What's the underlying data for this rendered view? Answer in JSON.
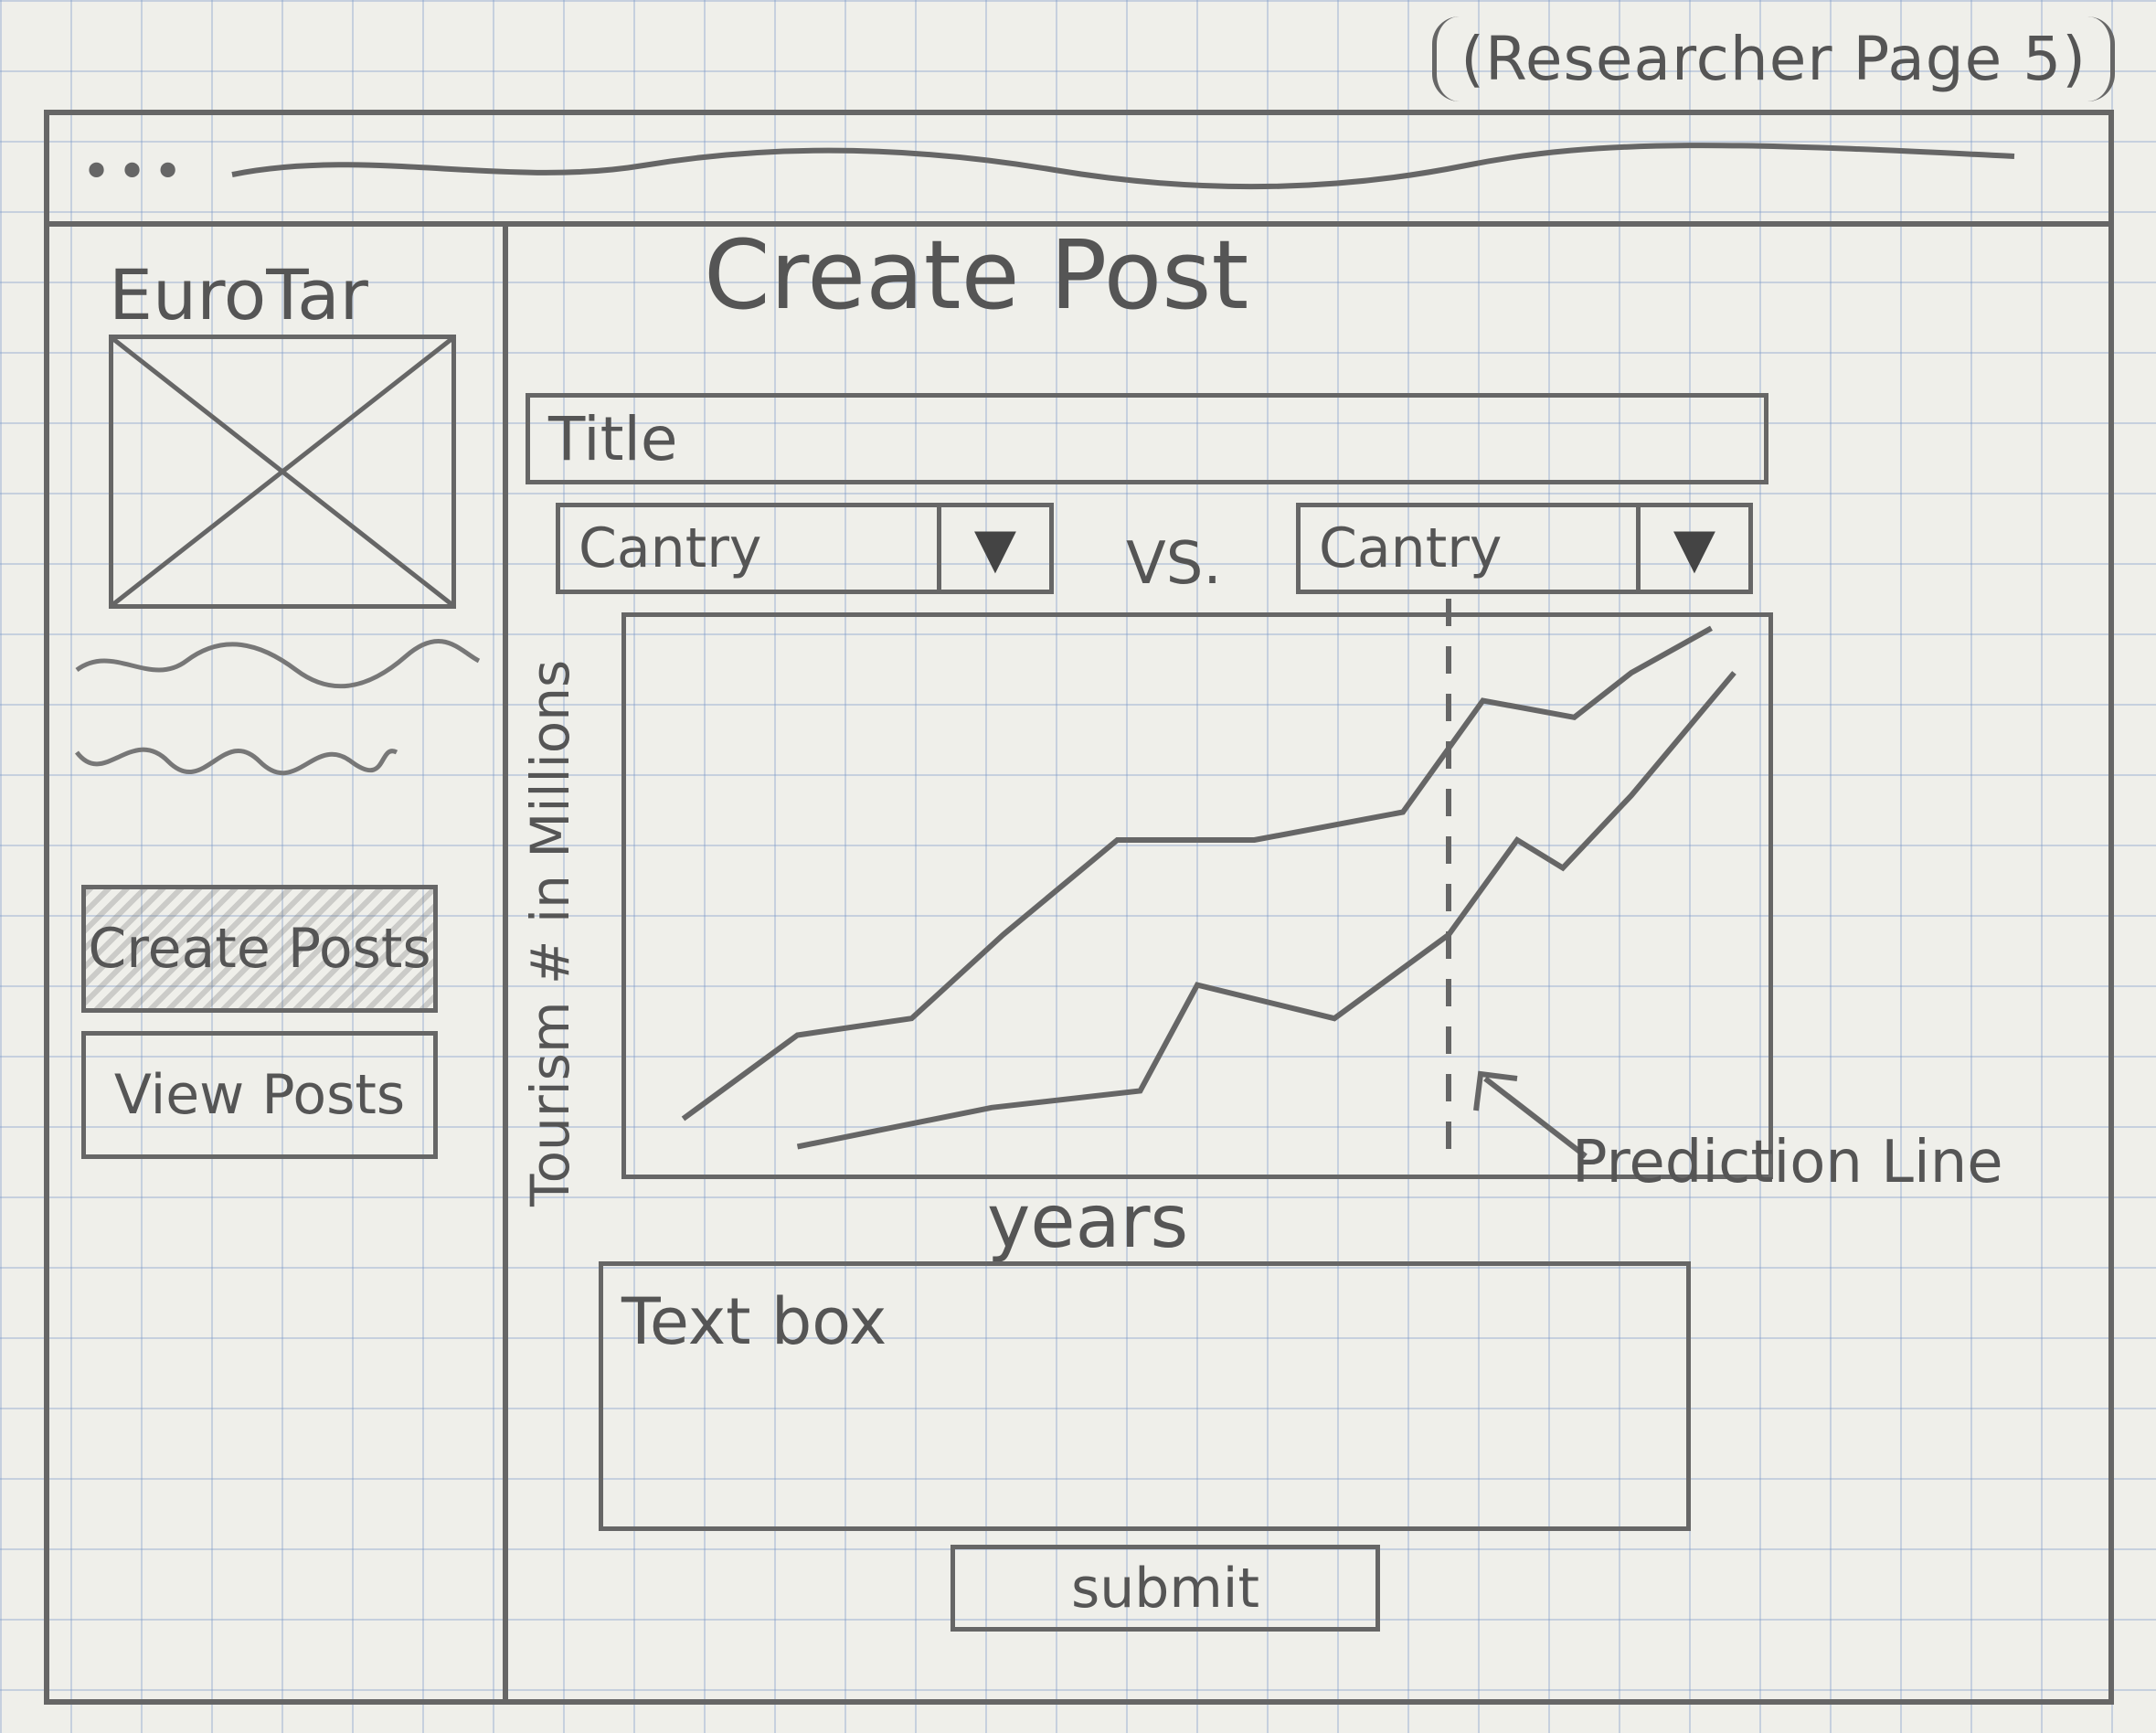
{
  "page_label": "(Researcher Page 5)",
  "browser": {
    "window_dots": "•••"
  },
  "sidebar": {
    "brand": "EuroTar",
    "nav": [
      {
        "label": "Create Posts",
        "active": true
      },
      {
        "label": "View Posts",
        "active": false
      }
    ]
  },
  "main": {
    "title": "Create Post",
    "title_field": {
      "placeholder": "Title"
    },
    "country_left": {
      "value": "Cantry"
    },
    "vs_label": "VS.",
    "country_right": {
      "value": "Cantry"
    },
    "text_box": {
      "placeholder": "Text box"
    },
    "submit_label": "submit"
  },
  "chart_data": {
    "type": "line",
    "xlabel": "years",
    "ylabel": "Tourism # in Millions",
    "annotation": "Prediction Line",
    "prediction_x": 0.72,
    "series": [
      {
        "x": [
          0.05,
          0.15,
          0.25,
          0.33,
          0.43,
          0.55,
          0.68,
          0.75,
          0.83,
          0.88,
          0.95
        ],
        "y": [
          0.1,
          0.25,
          0.28,
          0.43,
          0.6,
          0.6,
          0.65,
          0.85,
          0.82,
          0.9,
          0.98
        ]
      },
      {
        "x": [
          0.15,
          0.32,
          0.45,
          0.5,
          0.62,
          0.72,
          0.78,
          0.82,
          0.88,
          0.97
        ],
        "y": [
          0.05,
          0.12,
          0.15,
          0.34,
          0.28,
          0.43,
          0.6,
          0.55,
          0.68,
          0.9
        ]
      }
    ]
  },
  "icons": {
    "dropdown_arrow": "▼"
  }
}
